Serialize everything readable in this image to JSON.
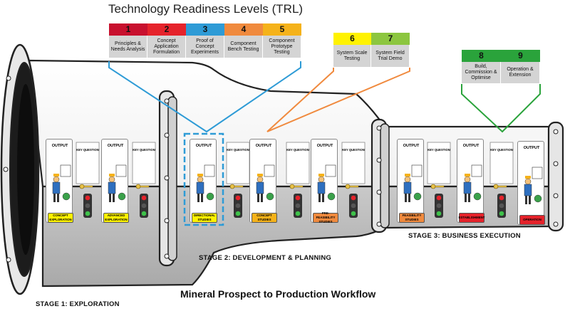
{
  "trl": {
    "title": "Technology Readiness Levels (TRL)",
    "levels": [
      {
        "num": "1",
        "label": "Principles & Needs Analysis",
        "color": "#c8102e"
      },
      {
        "num": "2",
        "label": "Concept Application Formulation",
        "color": "#e5232b"
      },
      {
        "num": "3",
        "label": "Proof of Concept Experiments",
        "color": "#2e9bd6"
      },
      {
        "num": "4",
        "label": "Component Bench Testing",
        "color": "#f08a3e"
      },
      {
        "num": "5",
        "label": "Component Prototype Testing",
        "color": "#f5b21a"
      },
      {
        "num": "6",
        "label": "System Scale Testing",
        "color": "#fff200"
      },
      {
        "num": "7",
        "label": "System Field Trial Demo",
        "color": "#8cc63f"
      },
      {
        "num": "8",
        "label": "Build, Commission & Optimise",
        "color": "#2aa33b"
      },
      {
        "num": "9",
        "label": "Operation & Extension",
        "color": "#2aa33b"
      }
    ]
  },
  "connector_colors": {
    "group_1_5": "#2e9bd6",
    "group_6_7": "#f08a3e",
    "group_8_9": "#2aa33b"
  },
  "panels": {
    "output_label": "OUTPUT",
    "key_question_label": "KEY QUESTION",
    "items": [
      {
        "badge": "CONCEPT EXPLORATION",
        "color": "#fff200"
      },
      {
        "badge": "ADVANCED EXPLORATION",
        "color": "#fff200"
      },
      {
        "badge": "DIRECTIONAL STUDIES",
        "color": "#fff200"
      },
      {
        "badge": "CONCEPT STUDIES",
        "color": "#f5b21a"
      },
      {
        "badge": "PRE-FEASIBILITY STUDIES",
        "color": "#f08a3e"
      },
      {
        "badge": "FEASIBILITY STUDIES",
        "color": "#f08a3e"
      },
      {
        "badge": "ESTABLISHMENT",
        "color": "#e5232b"
      },
      {
        "badge": "OPERATION",
        "color": "#e5232b"
      }
    ],
    "gate_labels": [
      "KEY QUESTION",
      "KEY QUESTION",
      "KEY QUESTION",
      "KEY QUESTION",
      "KEY QUESTION",
      "KEY QUESTION",
      "KEY QUESTION"
    ]
  },
  "stages": {
    "stage1": "STAGE 1: EXPLORATION",
    "stage2": "STAGE 2: DEVELOPMENT & PLANNING",
    "stage3": "STAGE 3: BUSINESS EXECUTION"
  },
  "title": "Mineral Prospect to Production Workflow",
  "highlight_color": "#2e9bd6"
}
